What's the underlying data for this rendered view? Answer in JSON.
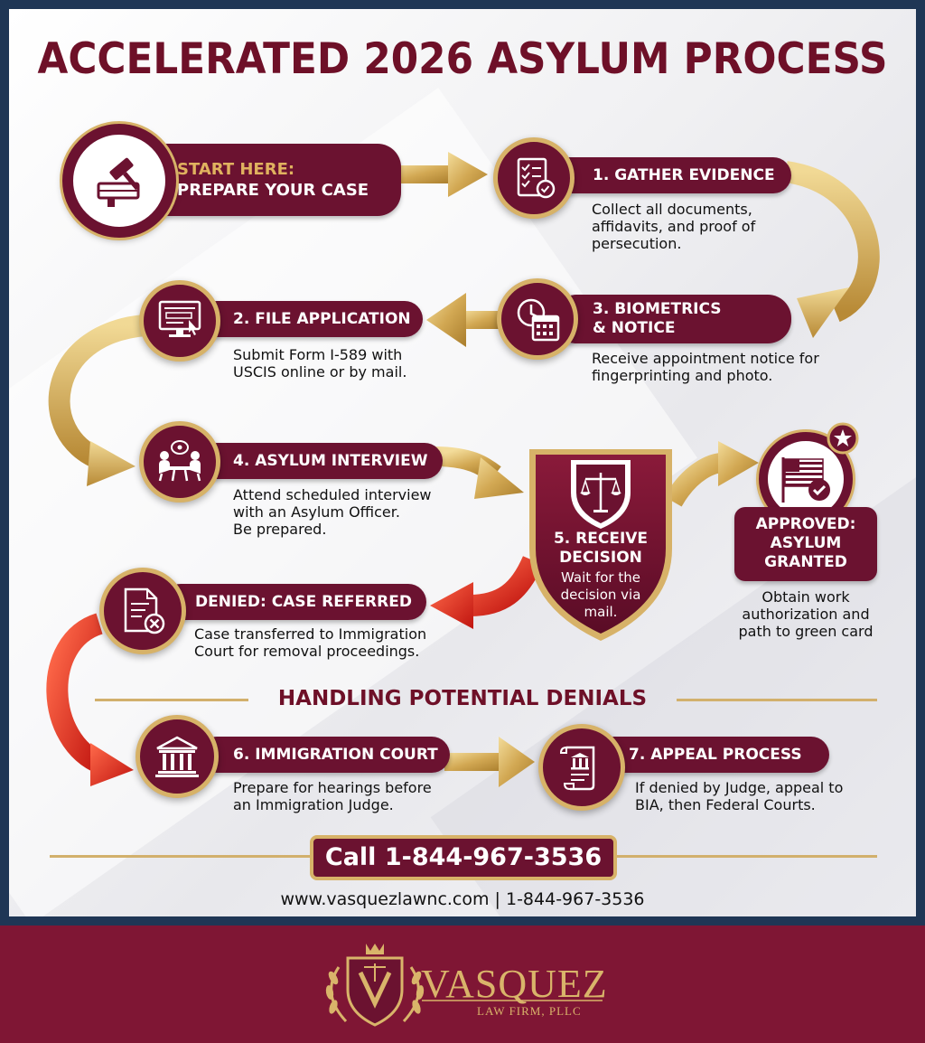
{
  "title": "ACCELERATED 2026 ASYLUM PROCESS",
  "start": {
    "line1": "START HERE:",
    "line2": "PREPARE YOUR CASE",
    "icon": "gavel-book-icon"
  },
  "steps": [
    {
      "label": "1. GATHER EVIDENCE",
      "desc": [
        "Collect all documents,",
        "affidavits, and proof of",
        "persecution."
      ],
      "icon": "checklist-icon"
    },
    {
      "label": "2. FILE APPLICATION",
      "desc": [
        "Submit Form I-589 with",
        "USCIS online or by mail."
      ],
      "icon": "computer-form-icon"
    },
    {
      "label_lines": [
        "3. BIOMETRICS",
        "& NOTICE"
      ],
      "desc": [
        "Receive appointment notice for",
        "fingerprinting and photo."
      ],
      "icon": "clock-calendar-icon"
    },
    {
      "label": "4. ASYLUM INTERVIEW",
      "desc": [
        "Attend scheduled interview",
        "with an Asylum Officer.",
        "Be prepared."
      ],
      "icon": "interview-icon"
    },
    {
      "label_lines": [
        "5. RECEIVE",
        "DECISION"
      ],
      "desc": [
        "Wait for the",
        "decision via",
        "mail."
      ],
      "icon": "scales-shield-icon"
    }
  ],
  "approved": {
    "label_lines": [
      "APPROVED:",
      "ASYLUM",
      "GRANTED"
    ],
    "desc": [
      "Obtain work",
      "authorization and",
      "path to green card"
    ],
    "icon": "flag-check-icon"
  },
  "denied": {
    "label": "DENIED: CASE REFERRED",
    "desc": [
      "Case transferred to Immigration",
      "Court for removal proceedings."
    ],
    "icon": "denied-document-icon"
  },
  "section": {
    "title": "HANDLING POTENTIAL DENIALS"
  },
  "denial_steps": [
    {
      "label": "6. IMMIGRATION COURT",
      "desc": [
        "Prepare for hearings before",
        "an Immigration Judge."
      ],
      "icon": "courthouse-icon"
    },
    {
      "label": "7. APPEAL PROCESS",
      "desc": [
        "If denied by Judge, appeal to",
        "BIA, then Federal Courts."
      ],
      "icon": "scroll-icon"
    }
  ],
  "call": "Call 1-844-967-3536",
  "website": "www.vasquezlawnc.com | 1-844-967-3536",
  "firm": {
    "name": "VASQUEZ",
    "sub": "LAW FIRM, PLLC"
  },
  "colors": {
    "maroon": "#6b1230",
    "gold": "#d7b268",
    "red": "#d9261c",
    "navy": "#1f3655"
  }
}
